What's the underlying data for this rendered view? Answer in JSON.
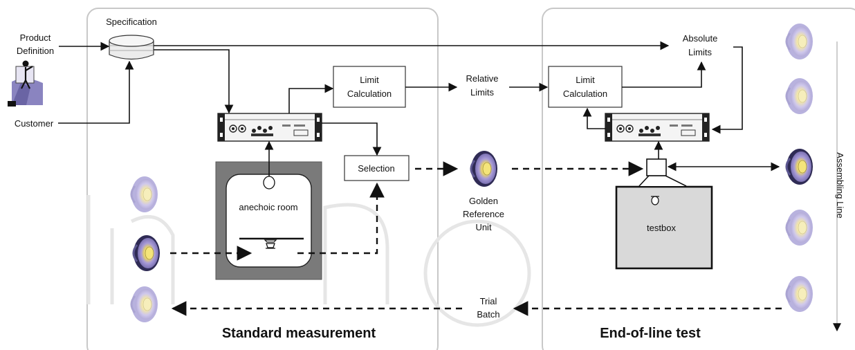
{
  "labels": {
    "specification": "Specification",
    "product_definition_1": "Product",
    "product_definition_2": "Definition",
    "customer": "Customer",
    "limit_calc_left_1": "Limit",
    "limit_calc_left_2": "Calculation",
    "relative_limits_1": "Relative",
    "relative_limits_2": "Limits",
    "limit_calc_right_1": "Limit",
    "limit_calc_right_2": "Calculation",
    "absolute_limits_1": "Absolute",
    "absolute_limits_2": "Limits",
    "selection": "Selection",
    "anechoic_room": "anechoic room",
    "golden_1": "Golden",
    "golden_2": "Reference",
    "golden_3": "Unit",
    "testbox": "testbox",
    "assembling_line": "Assembling Line",
    "trial_batch_1": "Trial",
    "trial_batch_2": "Batch",
    "standard_measurement": "Standard measurement",
    "end_of_line_test": "End-of-line test"
  },
  "colors": {
    "speaker_cone": "#8e86c4",
    "speaker_rim": "#3e3a6a",
    "speaker_dust_cap": "#e7d36a",
    "panel_border": "#c8c8c8",
    "room_wall": "#7a7a7a",
    "testbox_fill": "#d9d9d9"
  },
  "icons": {
    "speaker": "loudspeaker-icon",
    "customer": "customer-figure-icon",
    "database": "database-cylinder-icon",
    "analyzer": "audio-analyzer-rack-icon",
    "microphone": "microphone-icon"
  }
}
